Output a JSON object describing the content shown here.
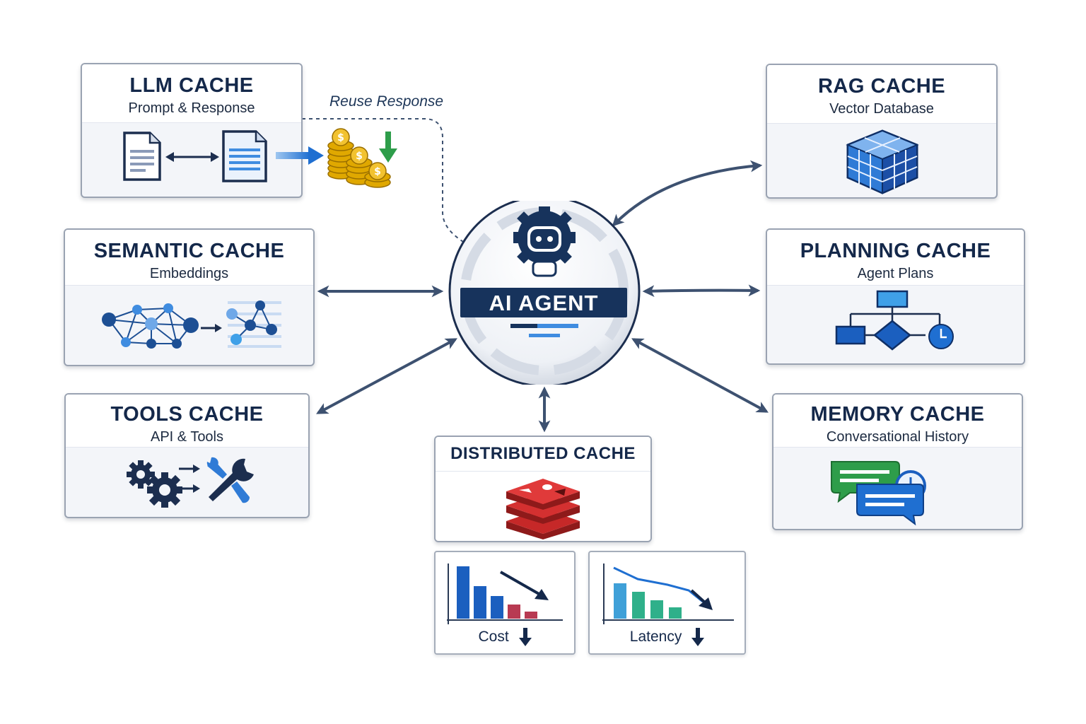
{
  "annotation": "Reuse Response",
  "agent": {
    "label": "AI AGENT"
  },
  "cards": {
    "llm": {
      "title": "LLM CACHE",
      "subtitle": "Prompt & Response"
    },
    "rag": {
      "title": "RAG CACHE",
      "subtitle": "Vector Database"
    },
    "semantic": {
      "title": "SEMANTIC CACHE",
      "subtitle": "Embeddings"
    },
    "planning": {
      "title": "PLANNING CACHE",
      "subtitle": "Agent Plans"
    },
    "tools": {
      "title": "TOOLS CACHE",
      "subtitle": "API & Tools"
    },
    "memory": {
      "title": "MEMORY CACHE",
      "subtitle": "Conversational History"
    },
    "distributed": {
      "title": "DISTRIBUTED CACHE"
    }
  },
  "metrics": {
    "cost": {
      "label": "Cost"
    },
    "latency": {
      "label": "Latency"
    }
  },
  "colors": {
    "navy": "#14284a",
    "arrow": "#3d5170",
    "accent_blue": "#1f6fd1",
    "redis_red": "#c62828",
    "gold": "#e0a800",
    "green": "#2e9d4a"
  },
  "icons": {
    "llm": [
      "document-icon",
      "swap-arrow-icon",
      "document-icon",
      "forward-arrow-icon",
      "coins-icon",
      "down-arrow-icon"
    ],
    "rag": [
      "cube-icon"
    ],
    "semantic": [
      "network-graph-icon",
      "small-arrow-icon",
      "network-graph-icon"
    ],
    "planning": [
      "flowchart-icon",
      "clock-icon"
    ],
    "tools": [
      "gears-icon",
      "arrows-icon",
      "wrench-icon"
    ],
    "memory": [
      "chat-bubbles-icon",
      "clock-icon"
    ],
    "distributed": [
      "redis-stack-icon"
    ],
    "agent": [
      "robot-gear-icon"
    ]
  }
}
